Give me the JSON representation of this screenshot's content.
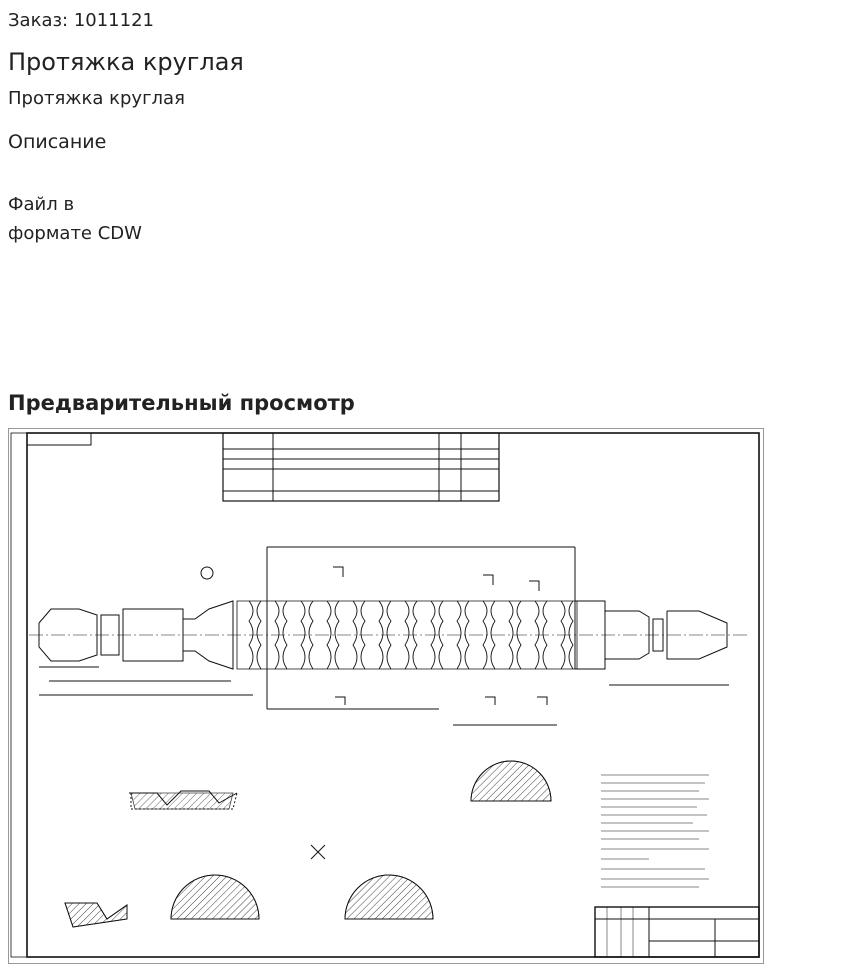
{
  "order": {
    "label": "Заказ: 1011121"
  },
  "product": {
    "title": "Протяжка круглая",
    "subtitle": "Протяжка круглая"
  },
  "description": {
    "heading": "Описание",
    "file_line1": "Файл в",
    "file_line2": "формате CDW"
  },
  "preview": {
    "heading": "Предварительный просмотр"
  }
}
